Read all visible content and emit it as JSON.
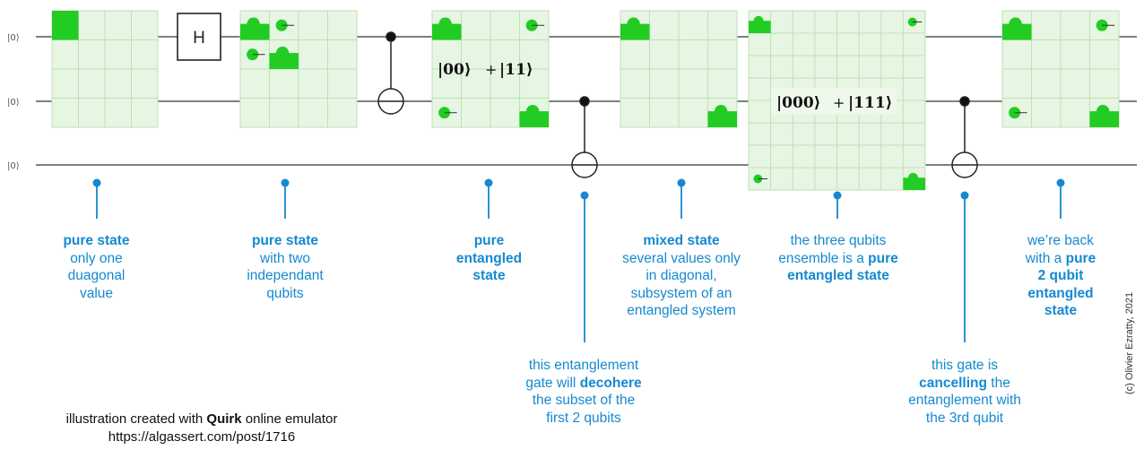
{
  "circuit": {
    "qubit_labels": [
      "|0⟩",
      "|0⟩",
      "|0⟩"
    ],
    "gates": {
      "hadamard_label": "H"
    },
    "state_labels": {
      "two_qubit": {
        "ket_a": "|00⟩",
        "plus": "+",
        "ket_b": "|11⟩"
      },
      "three_qubit": {
        "ket_a": "|000⟩",
        "plus": "+",
        "ket_b": "|111⟩"
      }
    }
  },
  "annotations": [
    {
      "id": "ann-1",
      "lines": [
        {
          "text": "pure state",
          "bold": true
        },
        {
          "text": "only one"
        },
        {
          "text": "duagonal"
        },
        {
          "text": "value"
        }
      ]
    },
    {
      "id": "ann-2",
      "lines": [
        {
          "text": "pure state",
          "bold": true
        },
        {
          "text": "with two"
        },
        {
          "text": "independant"
        },
        {
          "text": "qubits"
        }
      ]
    },
    {
      "id": "ann-3",
      "lines": [
        {
          "text": "pure",
          "bold": true
        },
        {
          "text": "entangled",
          "bold": true
        },
        {
          "text": "state",
          "bold": true
        }
      ]
    },
    {
      "id": "ann-4",
      "lines": [
        {
          "text": "mixed state",
          "bold": true
        },
        {
          "text": "several values only"
        },
        {
          "text": "in diagonal,"
        },
        {
          "text": "subsystem of an"
        },
        {
          "text": "entangled system"
        }
      ]
    },
    {
      "id": "ann-5",
      "lines": [
        {
          "text": "the three qubits"
        },
        {
          "text": "ensemble is a ",
          "tail_bold": "pure"
        },
        {
          "text": "entangled state",
          "bold": true
        }
      ]
    },
    {
      "id": "ann-6",
      "lines": [
        {
          "text": "we’re back"
        },
        {
          "text": "with a ",
          "tail_bold": "pure"
        },
        {
          "text": "2 qubit",
          "bold": true
        },
        {
          "text": "entangled",
          "bold": true
        },
        {
          "text": "state",
          "bold": true
        }
      ]
    },
    {
      "id": "ann-7",
      "lines": [
        {
          "text": "this entanglement"
        },
        {
          "text": "gate will ",
          "tail_bold": "decohere"
        },
        {
          "text": "the subset of the"
        },
        {
          "text": "first 2 qubits"
        }
      ]
    },
    {
      "id": "ann-8",
      "lines": [
        {
          "text": "this gate is"
        },
        {
          "text": "cancelling",
          "bold": true,
          "tail": " the"
        },
        {
          "text": "entanglement with"
        },
        {
          "text": "the 3rd qubit"
        }
      ]
    }
  ],
  "footer": {
    "prefix": "illustration created with ",
    "tool": "Quirk",
    "suffix": " online emulator",
    "url": "https://algassert.com/post/1716"
  },
  "credit": "(c) Olivier Ezratty, 2021",
  "colors": {
    "wire": "#555555",
    "annotation": "#1589d0",
    "matrix_bg": "#e6f6e2",
    "matrix_grid": "#bfe0ba",
    "amplitude": "#22cc22"
  }
}
